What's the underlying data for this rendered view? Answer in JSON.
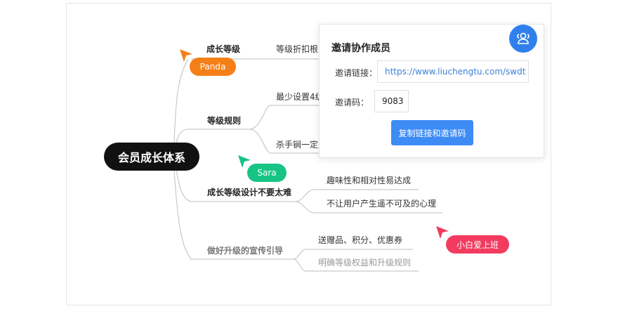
{
  "mindmap": {
    "root": "会员成长体系",
    "branches": [
      {
        "label": "成长等级",
        "leaves": [
          "等级折扣根"
        ]
      },
      {
        "label": "等级规则",
        "leaves": [
          "最少设置4级",
          "杀手锏一定是"
        ]
      },
      {
        "label": "成长等级设计不要太难",
        "leaves": [
          "趣味性和相对性易达成",
          "不让用户产生遥不可及的心理"
        ]
      },
      {
        "label": "做好升级的宣传引导",
        "leaves": [
          "送赠品、积分、优惠券",
          "明确等级权益和升级规则"
        ]
      }
    ]
  },
  "cursors": [
    {
      "name": "Panda",
      "color": "#f57f17"
    },
    {
      "name": "Sara",
      "color": "#17c486"
    },
    {
      "name": "小白爱上班",
      "color": "#f23b5f"
    }
  ],
  "invite": {
    "title": "邀请协作成员",
    "link_label": "邀请链接：",
    "link_value": "https://www.liuchengtu.com/swdt",
    "code_label": "邀请码：",
    "code_value": "9083",
    "copy_button": "复制链接和邀请码"
  },
  "colors": {
    "accent": "#3d8bf5",
    "collab_button": "#2f80ed",
    "root_bg": "#111111"
  },
  "icons": {
    "collaborators": "users-icon"
  }
}
